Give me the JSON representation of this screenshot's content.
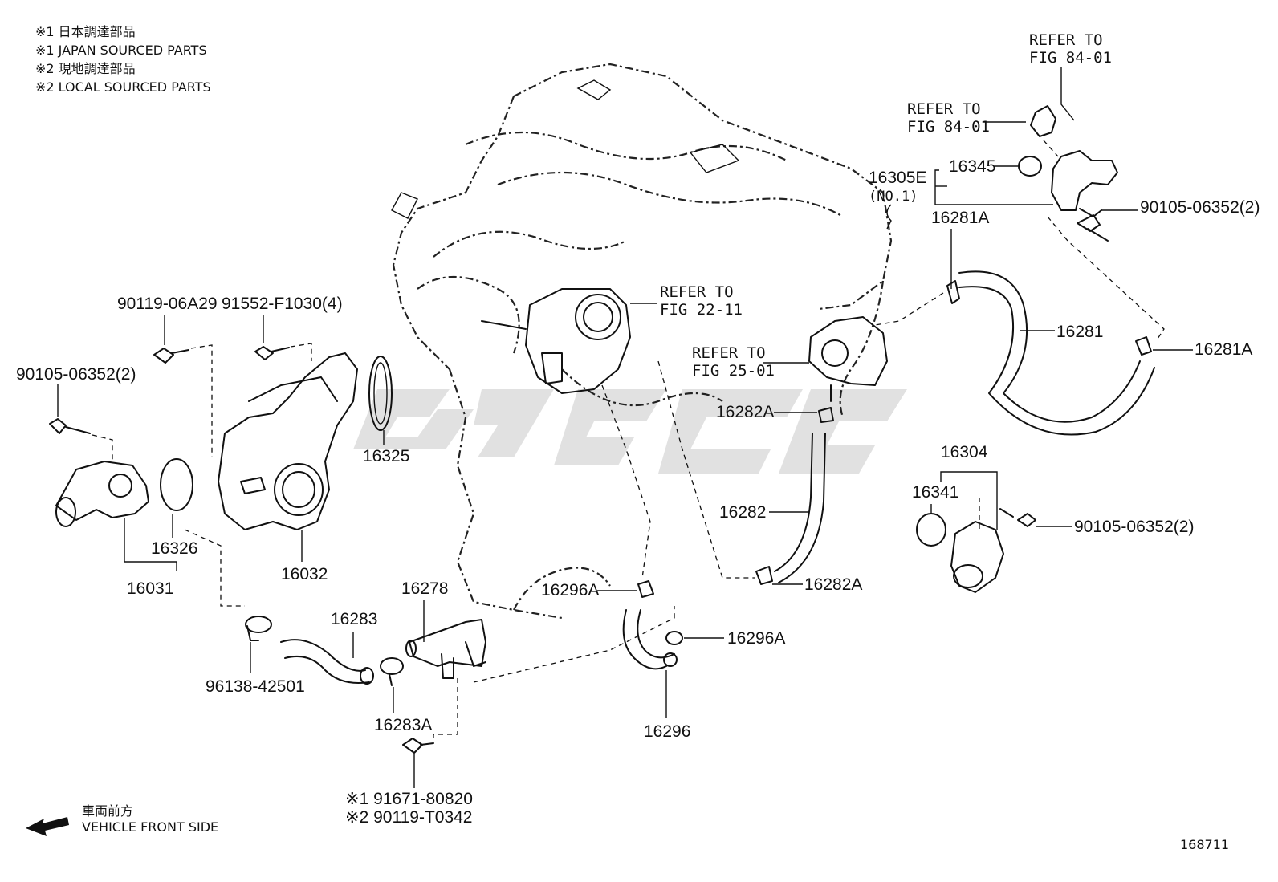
{
  "notes": [
    "※1 日本調達部品",
    "※1 JAPAN SOURCED PARTS",
    "※2 現地調達部品",
    "※2 LOCAL SOURCED PARTS"
  ],
  "refer": {
    "fig8401_a_l1": "REFER TO",
    "fig8401_a_l2": "FIG 84-01",
    "fig8401_b_l1": "REFER TO",
    "fig8401_b_l2": "FIG 84-01",
    "fig2211_l1": "REFER TO",
    "fig2211_l2": "FIG 22-11",
    "fig2501_l1": "REFER TO",
    "fig2501_l2": "FIG 25-01"
  },
  "parts": {
    "p16345": "16345",
    "p16305E": "16305E",
    "p16305E_sub": "(NO.1)",
    "p16281A_top": "16281A",
    "p90105_top": "90105-06352(2)",
    "p16281": "16281",
    "p16281A_right": "16281A",
    "p90119_06A29": "90119-06A29",
    "p91552": "91552-F1030(4)",
    "p90105_left": "90105-06352(2)",
    "p16325": "16325",
    "p16282A_top": "16282A",
    "p16282": "16282",
    "p16282A_bot": "16282A",
    "p16304": "16304",
    "p16341": "16341",
    "p90105_right": "90105-06352(2)",
    "p16326": "16326",
    "p16031": "16031",
    "p16032": "16032",
    "p16278": "16278",
    "p16296A_top": "16296A",
    "p16283": "16283",
    "p16296A_right": "16296A",
    "p96138": "96138-42501",
    "p16283A": "16283A",
    "p16296": "16296",
    "p91671": "※1 91671-80820",
    "p90119_T0342": "※2 90119-T0342"
  },
  "direction": {
    "jp": "車両前方",
    "en": "VEHICLE FRONT SIDE"
  },
  "figure_id": "168711",
  "icons": {
    "arrow": "front-direction-arrow-icon"
  }
}
